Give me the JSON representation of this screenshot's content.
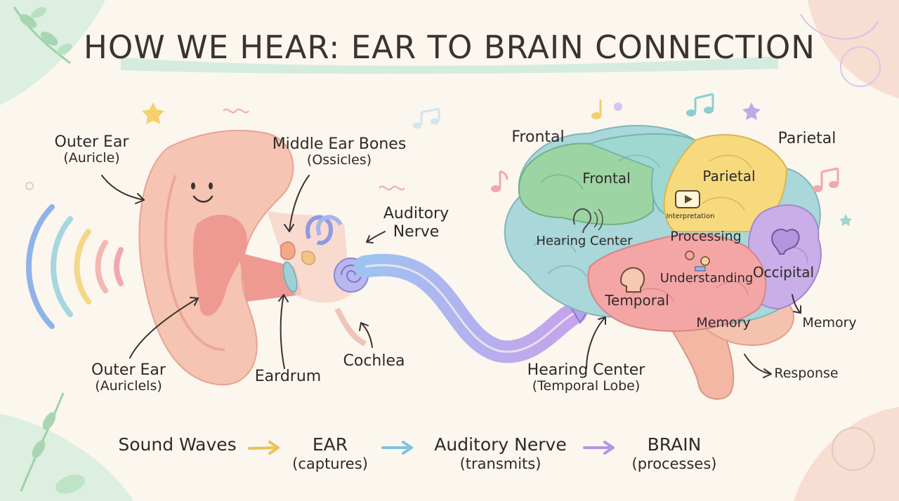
{
  "title": "HOW WE HEAR: EAR TO BRAIN CONNECTION",
  "ear_labels": {
    "outer_ear_top": {
      "name": "Outer Ear",
      "sub": "(Auricle)"
    },
    "middle_ear_bones": {
      "name": "Middle Ear Bones",
      "sub": "(Ossicles)"
    },
    "auditory_nerve": {
      "line1": "Auditory",
      "line2": "Nerve"
    },
    "outer_ear_bottom": {
      "name": "Outer Ear",
      "sub": "(Auriclels)"
    },
    "eardrum": "Eardrum",
    "cochlea": "Cochlea"
  },
  "brain_labels": {
    "frontal_outside": "Frontal",
    "parietal_outside": "Parietal",
    "frontal": "Frontal",
    "parietal": "Parietal",
    "interpretation": "Interpretation",
    "hearing_center": "Hearing Center",
    "processing": "Processing",
    "understanding": "Understanding",
    "occipital": "Occipital",
    "temporal": "Temporal",
    "memory_inner": "Memory",
    "memory_outer": "Memory",
    "response": "Response",
    "hearing_center_temporal": {
      "name": "Hearing Center",
      "sub": "(Temporal Lobe)"
    }
  },
  "flow": [
    {
      "label": "Sound Waves",
      "sub": ""
    },
    {
      "label": "EAR",
      "sub": "(captures)"
    },
    {
      "label": "Auditory Nerve",
      "sub": "(transmits)"
    },
    {
      "label": "BRAIN",
      "sub": "(processes)"
    }
  ],
  "colors": {
    "background": "#fbf6ee",
    "ear_skin": "#f6c4b2",
    "ear_canal": "#ee9a93",
    "nerve_band_1": "#8fb7ee",
    "nerve_band_2": "#c7a6ec",
    "brain_frontal_green": "#9dd4a4",
    "brain_frontal_teal": "#9fd8d0",
    "brain_parietal": "#f7da7e",
    "brain_occipital": "#c9aee9",
    "brain_temporal": "#f4a5a6",
    "brain_back": "#a9d7da",
    "brain_stem": "#f4b7a3"
  }
}
